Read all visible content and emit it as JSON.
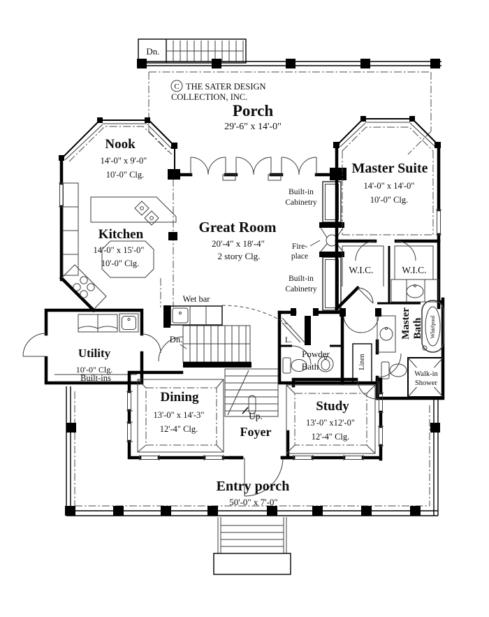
{
  "plan": {
    "copyright": {
      "symbol": "C",
      "line1": "THE SATER DESIGN",
      "line2": "COLLECTION, INC."
    },
    "rooms": {
      "porch": {
        "name": "Porch",
        "dims": "29'-6\" x 14'-0\""
      },
      "nook": {
        "name": "Nook",
        "dims": "14'-0\" x 9'-0\"",
        "clg": "10'-0\" Clg."
      },
      "master_suite": {
        "name": "Master Suite",
        "dims": "14'-0\" x 14'-0\"",
        "clg": "10'-0\" Clg."
      },
      "kitchen": {
        "name": "Kitchen",
        "dims": "14'-0\" x 15'-0\"",
        "clg": "10'-0\" Clg."
      },
      "great_room": {
        "name": "Great Room",
        "dims": "20'-4\" x 18'-4\"",
        "clg": "2 story Clg."
      },
      "utility": {
        "name": "Utility",
        "clg": "10'-0\" Clg.",
        "builtins": "Built-ins"
      },
      "dining": {
        "name": "Dining",
        "dims": "13'-0\" x 14'-3\"",
        "clg": "12'-4\" Clg."
      },
      "study": {
        "name": "Study",
        "dims": "13'-0\" x12'-0\"",
        "clg": "12'-4\" Clg."
      },
      "foyer": {
        "name": "Foyer"
      },
      "entry_porch": {
        "name": "Entry porch",
        "dims": "50'-0\" x 7'-0\""
      },
      "powder_bath": {
        "line1": "Powder",
        "line2": "Bath"
      },
      "master_bath": {
        "line1": "Master",
        "line2": "Bath"
      },
      "wic_left": {
        "name": "W.I.C."
      },
      "wic_right": {
        "name": "W.I.C."
      }
    },
    "labels": {
      "dn_upper": "Dn.",
      "dn_stair": "Dn.",
      "up_stair": "Up.",
      "wet_bar": "Wet bar",
      "linen": "Linen",
      "l_closet": "L.",
      "whirlpool": "Whirlpool",
      "walk_in_1": "Walk-in",
      "walk_in_2": "Shower",
      "builtin_1": "Built-in",
      "builtin_2": "Cabinetry",
      "fireplace_1": "Fire-",
      "fireplace_2": "place"
    },
    "colors": {
      "wall": "#000000",
      "fixture": "#3c3c3c",
      "background": "#ffffff"
    }
  }
}
